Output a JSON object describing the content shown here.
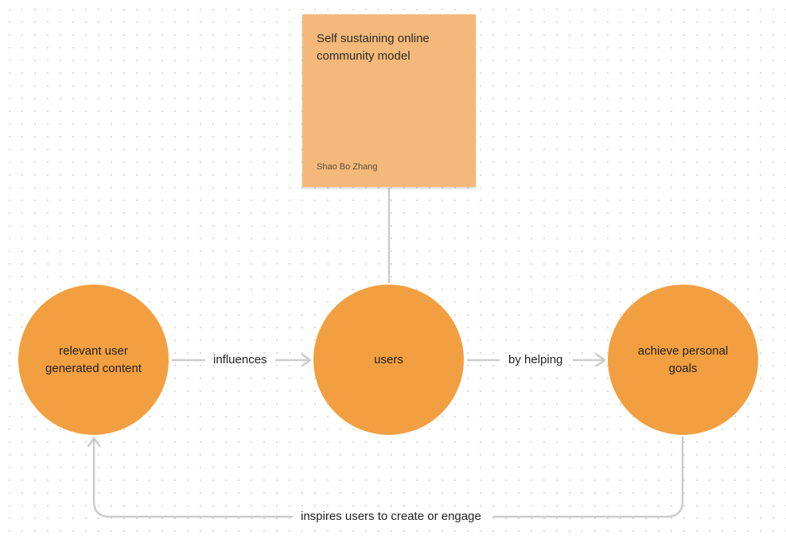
{
  "sticky_note": {
    "title": "Self sustaining online community model",
    "author": "Shao Bo Zhang"
  },
  "nodes": {
    "content": "relevant user generated content",
    "users": "users",
    "goals": "achieve personal goals"
  },
  "edges": {
    "influences": "influences",
    "by_helping": "by helping",
    "inspires": "inspires users to create or engage"
  },
  "colors": {
    "sticky": "#f4b97a",
    "node": "#f29f41",
    "connector": "#cccccc"
  }
}
